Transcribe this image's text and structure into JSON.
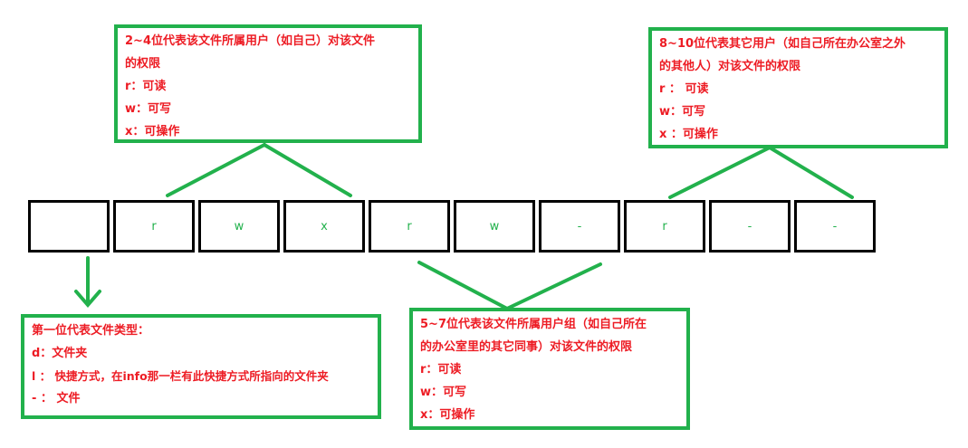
{
  "colors": {
    "green": "#22b14c",
    "red": "#ed1c24",
    "black": "#000000"
  },
  "owner_box": {
    "title1": "2~4位代表该文件所属用户（如自己）对该文件",
    "title2": "的权限",
    "r": "r：可读",
    "w": "w：可写",
    "x": "x：可操作"
  },
  "others_box": {
    "title1": "8~10位代表其它用户（如自己所在办公室之外",
    "title2": "的其他人）对该文件的权限",
    "r": "r ： 可读",
    "w": "w：可写",
    "x": "x ：可操作"
  },
  "type_box": {
    "title": "第一位代表文件类型：",
    "d": "d：文件夹",
    "l": "l ： 快捷方式，在info那一栏有此快捷方式所指向的文件夹",
    "f": "- ： 文件"
  },
  "group_box": {
    "title1": "5~7位代表该文件所属用户组（如自己所在",
    "title2": "的办公室里的其它同事）对该文件的权限",
    "r": "r：可读",
    "w": "w：可写",
    "x": "x：可操作"
  },
  "cells": [
    "",
    "r",
    "w",
    "x",
    "r",
    "w",
    "-",
    "r",
    "-",
    "-"
  ]
}
